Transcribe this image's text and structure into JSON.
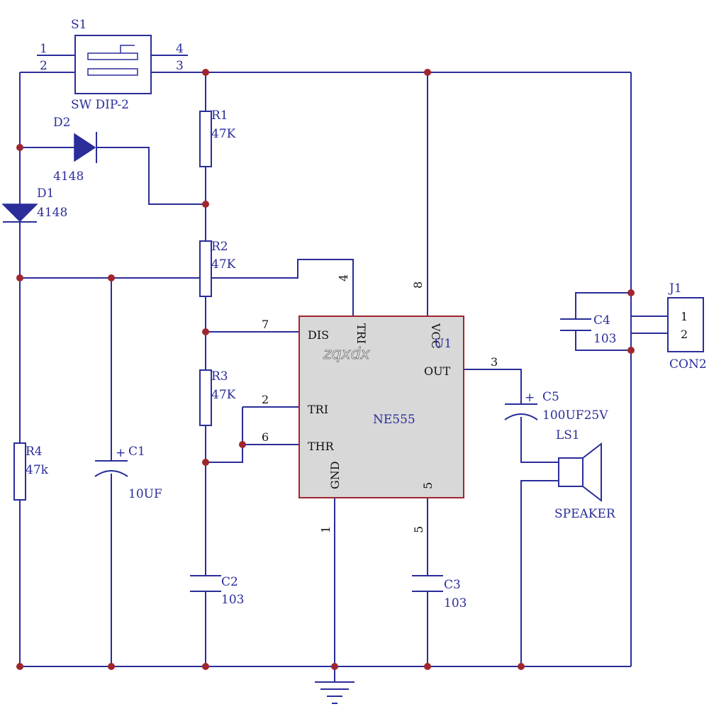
{
  "components": {
    "s1": {
      "ref": "S1",
      "value": "SW DIP-2",
      "pins": [
        "1",
        "2",
        "4",
        "3"
      ]
    },
    "d2": {
      "ref": "D2",
      "value": "4148"
    },
    "d1": {
      "ref": "D1",
      "value": "4148"
    },
    "r1": {
      "ref": "R1",
      "value": "47K"
    },
    "r2": {
      "ref": "R2",
      "value": "47K"
    },
    "r3": {
      "ref": "R3",
      "value": "47K"
    },
    "r4": {
      "ref": "R4",
      "value": "47k"
    },
    "c1": {
      "ref": "C1",
      "value": "10UF",
      "polarity": "+"
    },
    "c2": {
      "ref": "C2",
      "value": "103"
    },
    "c3": {
      "ref": "C3",
      "value": "103"
    },
    "c4": {
      "ref": "C4",
      "value": "103"
    },
    "c5": {
      "ref": "C5",
      "value": "100UF25V",
      "polarity": "+"
    },
    "ls1": {
      "ref": "LS1",
      "value": "SPEAKER"
    },
    "j1": {
      "ref": "J1",
      "value": "CON2",
      "pins": [
        "1",
        "2"
      ]
    },
    "u1": {
      "ref": "U1",
      "value": "NE555",
      "pin_labels": {
        "dis": "DIS",
        "tri_top": "TRI",
        "vcc": "VCC",
        "out": "OUT",
        "tri": "TRI",
        "thr": "THR",
        "gnd": "GND",
        "five": "5"
      },
      "pin_numbers": {
        "p4": "4",
        "p8": "8",
        "p7": "7",
        "p3": "3",
        "p2": "2",
        "p6": "6",
        "p1": "1",
        "p5": "5"
      }
    }
  },
  "watermark": "zqxdx",
  "colors": {
    "wire": "#2a2d9a",
    "junction": "#a0262e",
    "ic_fill": "#d8d8d8",
    "ic_border": "#a0262e"
  },
  "icons": {
    "ground": "ground-icon",
    "speaker": "speaker-icon"
  }
}
